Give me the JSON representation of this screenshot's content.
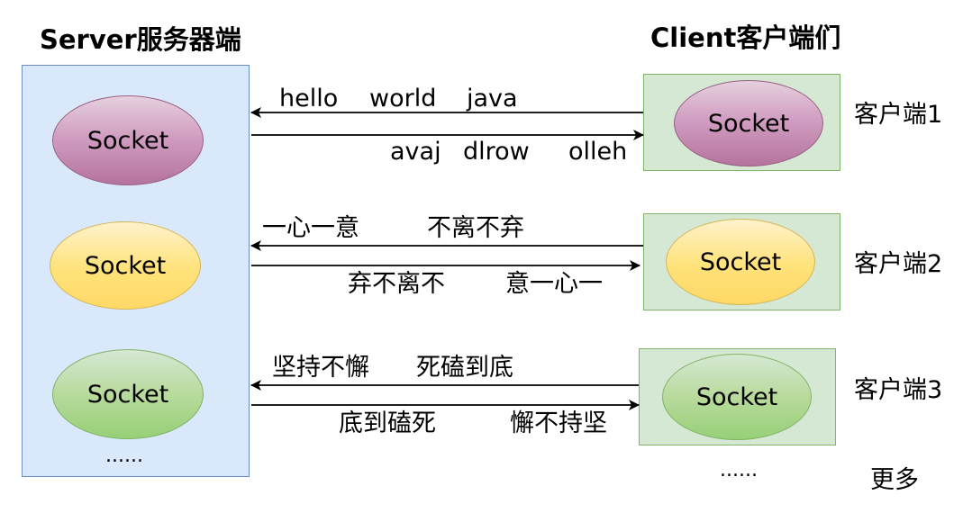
{
  "server": {
    "title": "Server服务器端",
    "sockets": [
      "Socket",
      "Socket",
      "Socket"
    ],
    "more": "......"
  },
  "client": {
    "title": "Client客户端们",
    "sockets": [
      "Socket",
      "Socket",
      "Socket"
    ],
    "labels": [
      "客户端1",
      "客户端2",
      "客户端3"
    ],
    "more_dots": "......",
    "more_label": "更多"
  },
  "messages": [
    {
      "to_server": [
        "hello",
        "world",
        "java"
      ],
      "to_client": [
        "avaj",
        "dlrow",
        "olleh"
      ]
    },
    {
      "to_server": [
        "一心一意",
        "不离不弃"
      ],
      "to_client": [
        "弃不离不",
        "意一心一"
      ]
    },
    {
      "to_server": [
        "坚持不懈",
        "死磕到底"
      ],
      "to_client": [
        "底到磕死",
        "懈不持坚"
      ]
    }
  ],
  "colors": {
    "server_panel_fill": "#dae8fc",
    "server_panel_border": "#6c8ebf",
    "client_box_fill": "#d5e8d4",
    "client_box_border": "#82b366",
    "socket_1": "#b5739d",
    "socket_2": "#ffd966",
    "socket_3": "#97d077"
  }
}
